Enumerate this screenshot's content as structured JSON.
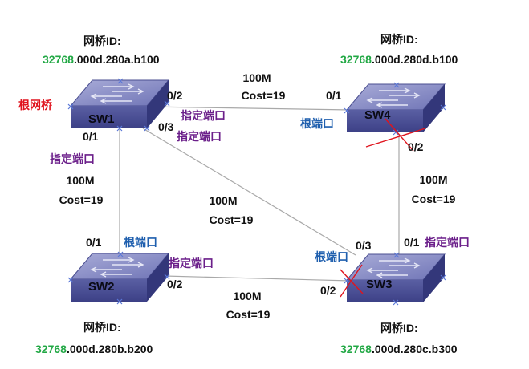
{
  "switches": {
    "sw1": {
      "name": "SW1",
      "bridge_id_label": "网桥ID:",
      "priority": "32768",
      "mac": ".000d.280a.b100",
      "role": "根网桥"
    },
    "sw2": {
      "name": "SW2",
      "bridge_id_label": "网桥ID:",
      "priority": "32768",
      "mac": ".000d.280b.b200"
    },
    "sw3": {
      "name": "SW3",
      "bridge_id_label": "网桥ID:",
      "priority": "32768",
      "mac": ".000d.280c.b300"
    },
    "sw4": {
      "name": "SW4",
      "bridge_id_label": "网桥ID:",
      "priority": "32768",
      "mac": ".000d.280d.b100"
    }
  },
  "ports": {
    "sw1_p2": "0/2",
    "sw1_p3": "0/3",
    "sw1_p1": "0/1",
    "sw4_p1": "0/1",
    "sw4_p2": "0/2",
    "sw2_p1": "0/1",
    "sw2_p2": "0/2",
    "sw3_p3": "0/3",
    "sw3_p1": "0/1",
    "sw3_p2": "0/2"
  },
  "roles": {
    "designated": "指定端口",
    "root_port": "根端口"
  },
  "links": {
    "sw1_sw4": {
      "speed": "100M",
      "cost": "Cost=19"
    },
    "sw1_sw2": {
      "speed": "100M",
      "cost": "Cost=19"
    },
    "sw1_sw3": {
      "speed": "100M",
      "cost": "Cost=19"
    },
    "sw4_sw3": {
      "speed": "100M",
      "cost": "Cost=19"
    },
    "sw2_sw3": {
      "speed": "100M",
      "cost": "Cost=19"
    }
  },
  "colors": {
    "switch_top": "#8a8fc4",
    "switch_front": "#4a4f92",
    "switch_side": "#33377a",
    "link": "#a9a9a9",
    "blocked_mark": "#e0141e",
    "priority_green": "#22a845",
    "designated_purple": "#6b1f8a",
    "root_blue": "#1f5fae",
    "root_bridge_red": "#e0141e"
  }
}
